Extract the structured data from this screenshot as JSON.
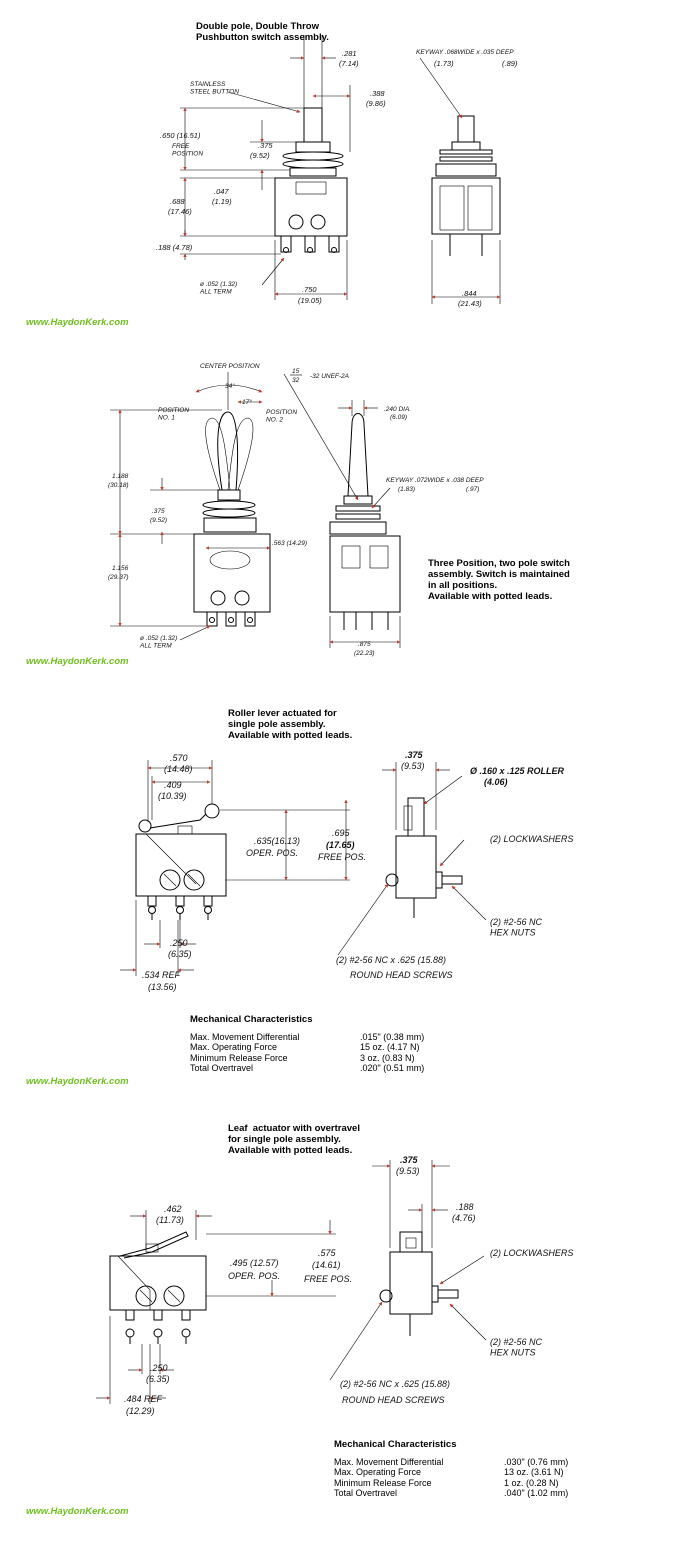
{
  "sections": [
    {
      "title": "Double pole, Double Throw\nPushbutton switch assembly.",
      "labels": {
        "d281": ".281",
        "d281mm": "(7.14)",
        "d388": ".388",
        "d388mm": "(9.86)",
        "stainless": "STAINLESS\nSTEEL BUTTON",
        "d650": ".650 (16.51)",
        "free_pos": "FREE\nPOSITION",
        "d375": ".375",
        "d375mm": "(9.52)",
        "d047": ".047",
        "d047mm": "(1.19)",
        "d688": ".688",
        "d688mm": "(17.46)",
        "d188": ".188 (4.78)",
        "d052": "ø .052 (1.32)\nALL TERM",
        "d750": ".750",
        "d750mm": "(19.05)",
        "keyway": "KEYWAY .068WIDE x .035 DEEP",
        "keyway_mm1": "(1.73)",
        "keyway_mm2": "(.89)",
        "d844": ".844",
        "d844mm": "(21.43)"
      },
      "brand": "www.HaydonKerk.com"
    },
    {
      "title": "Three Position, two pole switch\nassembly. Switch is maintained\nin all positions.\nAvailable with potted leads.",
      "labels": {
        "center_pos": "CENTER POSITION",
        "frac_num": "15",
        "frac_den": "32",
        "thread": "-32 UNEF-2A",
        "d34": "34°",
        "d17": "17°",
        "pos1": "POSITION\nNO. 1",
        "pos2": "POSITION\nNO. 2",
        "d240": ".240 DIA.",
        "d240mm": "(6.09)",
        "d1188": "1.188",
        "d1188mm": "(30.18)",
        "keyway": "KEYWAY .072WIDE x .038 DEEP",
        "keyway_mm1": "(1.83)",
        "keyway_mm2": "(.97)",
        "d375": ".375",
        "d375mm": "(9.52)",
        "d563": ".563 (14.29)",
        "d1156": "1.156",
        "d1156mm": "(29.37)",
        "d052": "ø .052 (1.32)\nALL TERM",
        "d875": ".875",
        "d875mm": "(22.23)"
      },
      "brand": "www.HaydonKerk.com"
    },
    {
      "title": "Roller lever actuated for\nsingle pole assembly.\nAvailable with potted leads.",
      "labels": {
        "d570": ".570",
        "d570mm": "(14.48)",
        "d409": ".409",
        "d409mm": "(10.39)",
        "d375": ".375",
        "d375mm": "(9.53)",
        "roller": "Ø .160 x .125 ROLLER",
        "roller_mm": "(4.06)",
        "d635": ".635(16.13)",
        "oper": "OPER. POS.",
        "d695": ".695",
        "d695mm": "(17.65)",
        "free": "FREE POS.",
        "lockwashers": "(2) LOCKWASHERS",
        "hexnuts": "(2) #2-56 NC\nHEX NUTS",
        "d250": ".250",
        "d250mm": "(6.35)",
        "d534": ".534 REF",
        "d534mm": "(13.56)",
        "screws": "(2) #2-56 NC x .625 (15.88)",
        "screws2": "ROUND HEAD SCREWS"
      },
      "mech": {
        "heading": "Mechanical Characteristics",
        "rows": [
          {
            "label": "Max. Movement Differential",
            "value": ".015\" (0.38 mm)"
          },
          {
            "label": "Max. Operating Force",
            "value": "15 oz. (4.17 N)"
          },
          {
            "label": "Minimum Release Force",
            "value": "3 oz. (0.83 N)"
          },
          {
            "label": "Total Overtravel",
            "value": ".020\" (0.51 mm)"
          }
        ]
      },
      "brand": "www.HaydonKerk.com"
    },
    {
      "title": "Leaf  actuator with overtravel\nfor single pole assembly.\nAvailable with potted leads.",
      "labels": {
        "d462": ".462",
        "d462mm": "(11.73)",
        "d375": ".375",
        "d375mm": "(9.53)",
        "d188": ".188",
        "d188mm": "(4.76)",
        "d495": ".495  (12.57)",
        "oper": "OPER. POS.",
        "d575": ".575",
        "d575mm": "(14.61)",
        "free": "FREE POS.",
        "lockwashers": "(2) LOCKWASHERS",
        "hexnuts": "(2) #2-56 NC\nHEX NUTS",
        "d250": ".250",
        "d250mm": "(6.35)",
        "d484": ".484 REF",
        "d484mm": "(12.29)",
        "screws": "(2) #2-56 NC x .625 (15.88)",
        "screws2": "ROUND HEAD SCREWS"
      },
      "mech": {
        "heading": "Mechanical Characteristics",
        "rows": [
          {
            "label": "Max. Movement Differential",
            "value": ".030\" (0.76 mm)"
          },
          {
            "label": "Max. Operating Force",
            "value": "13 oz. (3.61 N)"
          },
          {
            "label": "Minimum Release Force",
            "value": "1 oz. (0.28 N)"
          },
          {
            "label": "Total Overtravel",
            "value": ".040\" (1.02 mm)"
          }
        ]
      },
      "brand": "www.HaydonKerk.com"
    }
  ],
  "colors": {
    "brand": "#6fbf1e",
    "arrow": "#c0392b"
  }
}
